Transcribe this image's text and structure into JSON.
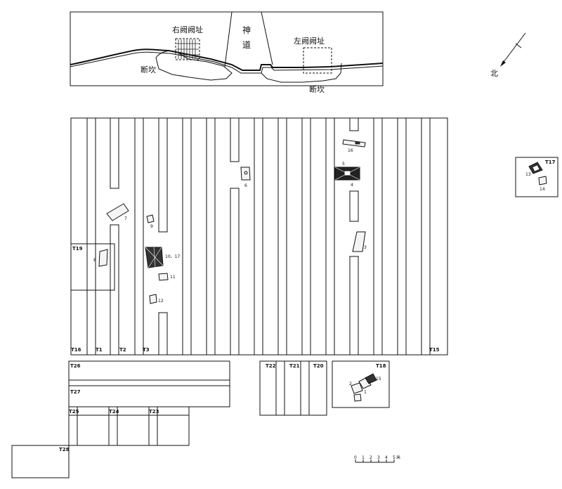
{
  "upper_section": {
    "right_que": "右阙阙址",
    "left_que": "左阙阙址",
    "shendao_1": "神",
    "shendao_2": "道",
    "duankan_left": "断坎",
    "duankan_right": "断坎"
  },
  "north_label": "北",
  "trenches": {
    "T1": "T1",
    "T2": "T2",
    "T3": "T3",
    "T15": "T15",
    "T16": "T16",
    "T17": "T17",
    "T18": "T18",
    "T19": "T19",
    "T20": "T20",
    "T21": "T21",
    "T22": "T22",
    "T23": "T23",
    "T24": "T24",
    "T25": "T25",
    "T26": "T26",
    "T27": "T27",
    "T28": "T28"
  },
  "artifacts": {
    "a1": "1",
    "a2": "2",
    "a3": "3",
    "a4": "4",
    "a5": "5",
    "a6": "6",
    "a7": "7",
    "a8": "8",
    "a9": "9",
    "a10_17": "10、17",
    "a11": "11",
    "a12": "12",
    "a13": "13",
    "a14": "14",
    "a15": "15",
    "a16": "16"
  },
  "scale_bar": {
    "ticks": [
      "0",
      "1",
      "2",
      "3",
      "4",
      "5"
    ],
    "unit": "米"
  }
}
